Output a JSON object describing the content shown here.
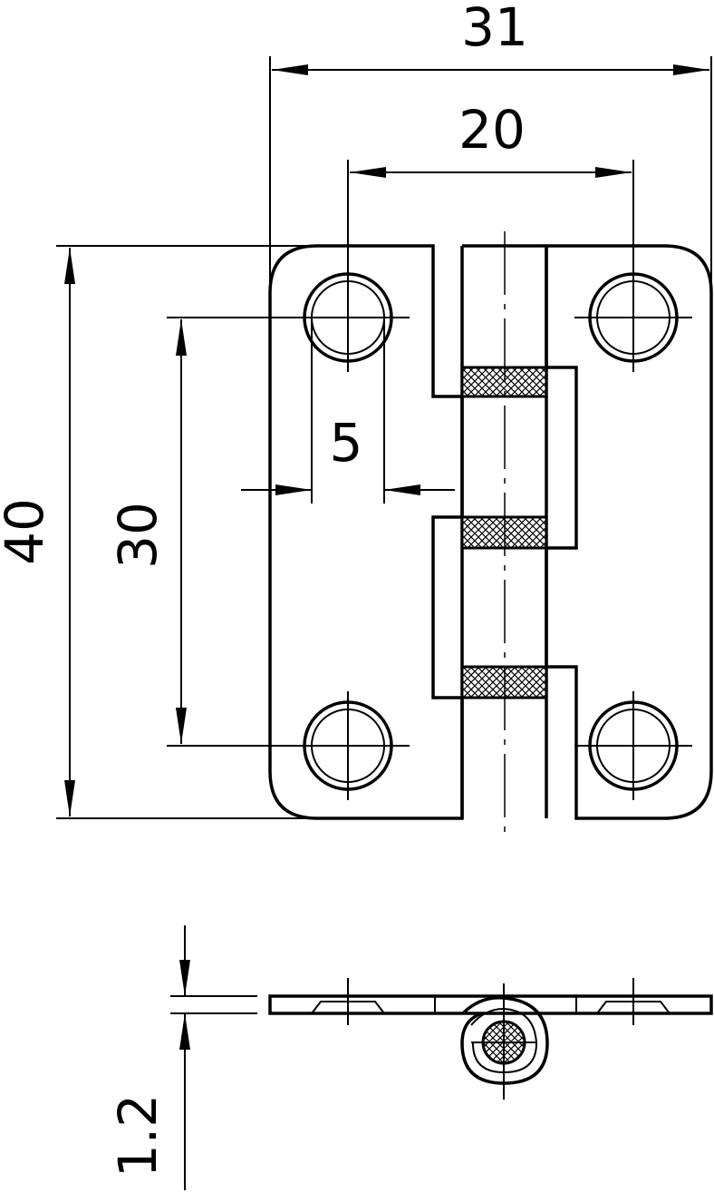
{
  "dimensions": {
    "overall_width": "31",
    "hole_spacing_horizontal": "20",
    "overall_height": "40",
    "hole_spacing_vertical": "30",
    "hole_diameter": "5",
    "thickness": "1.2"
  }
}
